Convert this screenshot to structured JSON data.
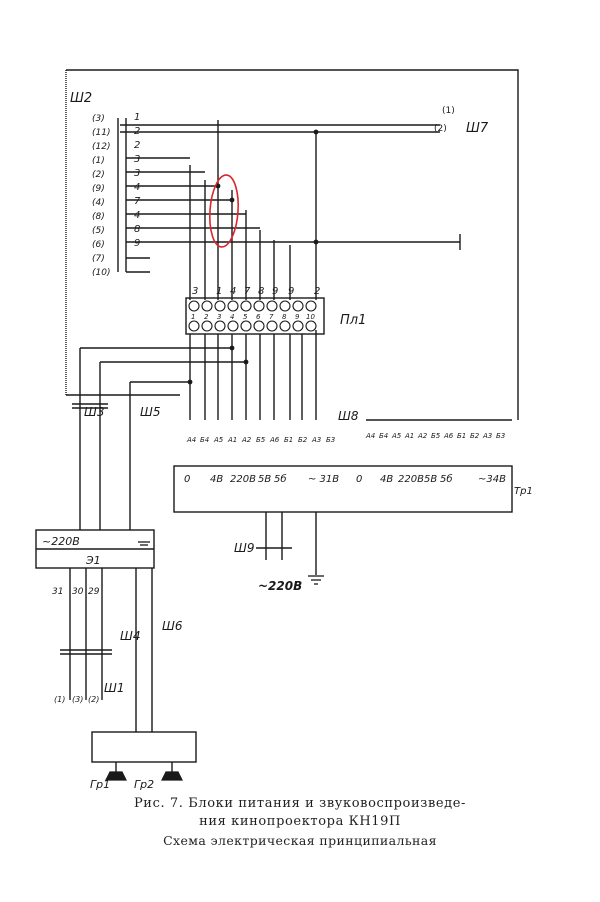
{
  "diagram": {
    "connectors": {
      "sh2": "Ш2",
      "sh3": "Ш3",
      "sh4": "Ш4",
      "sh5": "Ш5",
      "sh6": "Ш6",
      "sh7": "Ш7",
      "sh8": "Ш8",
      "sh9": "Ш9",
      "sh1": "Ш1"
    },
    "sh2_pins": [
      {
        "pin": "(3)",
        "wire": "1"
      },
      {
        "pin": "(11)",
        "wire": "2"
      },
      {
        "pin": "(12)",
        "wire": "2"
      },
      {
        "pin": "(1)",
        "wire": "3"
      },
      {
        "pin": "(2)",
        "wire": "3"
      },
      {
        "pin": "(9)",
        "wire": "4"
      },
      {
        "pin": "(4)",
        "wire": "7"
      },
      {
        "pin": "(8)",
        "wire": "4"
      },
      {
        "pin": "(5)",
        "wire": "8"
      },
      {
        "pin": "(6)",
        "wire": "9"
      },
      {
        "pin": "(7)",
        "wire": ""
      },
      {
        "pin": "(10)",
        "wire": ""
      }
    ],
    "sh7_pins": [
      "(1)",
      "(2)"
    ],
    "pl1": {
      "name": "Пл1",
      "top_labels": [
        "3",
        "1",
        "4",
        "7",
        "8",
        "9",
        "9",
        "2"
      ],
      "terminals": [
        "1",
        "2",
        "3",
        "4",
        "5",
        "6",
        "7",
        "8",
        "9",
        "10"
      ]
    },
    "sh8_pins_left": [
      "А4",
      "Б4",
      "А5",
      "А1",
      "А2",
      "Б5",
      "А6",
      "Б1",
      "Б2",
      "А3",
      "Б3"
    ],
    "sh8_pins_right": [
      "А4",
      "Б4",
      "А5",
      "А1",
      "А2",
      "Б5",
      "А6",
      "Б1",
      "Б2",
      "А3",
      "Б3"
    ],
    "transformer": {
      "name": "Тр1",
      "left_taps": [
        "0",
        "4В",
        "220В",
        "5В",
        "5б",
        "~ 31В"
      ],
      "right_taps": [
        "0",
        "4В",
        "220В",
        "5В",
        "5б",
        "~34В"
      ]
    },
    "block_e1": {
      "name": "Э1",
      "voltage": "~220В"
    },
    "sh4_labels": [
      "31",
      "30",
      "29"
    ],
    "sh1_pins": [
      "(1)",
      "(3)",
      "(2)"
    ],
    "mains": "~220В",
    "speakers": [
      "Гр1",
      "Гр2"
    ]
  },
  "caption": {
    "line1": "Рис. 7. Блоки питания и звуковоспроизведе-",
    "line2": "ния кинопроектора КН19П",
    "line3": "Схема электрическая принципиальная"
  },
  "colors": {
    "ink": "#1a1a1a",
    "highlight": "#d9262c"
  }
}
